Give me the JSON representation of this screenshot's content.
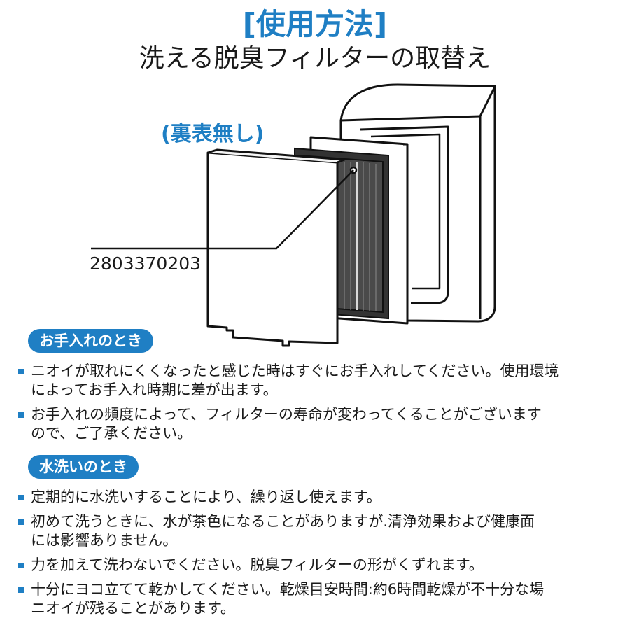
{
  "header": {
    "title": "[使用方法]",
    "subtitle": "洗える脱臭フィルターの取替え"
  },
  "diagram": {
    "no_side_label": "(裏表無し)",
    "part_number": "2803370203"
  },
  "sections": {
    "care": {
      "heading": "お手入れのとき",
      "items": [
        "ニオイが取れにくくなったと感じた時はすぐにお手入れしてください。使用環境\nによってお手入れ時期に差が出ます。",
        "お手入れの頻度によって、フィルターの寿命が変わってくることがございます\nので、ご了承ください。"
      ]
    },
    "wash": {
      "heading": "水洗いのとき",
      "items": [
        "定期的に水洗いすることにより、繰り返し使えます。",
        "初めて洗うときに、水が茶色になることがありますが.清浄効果および健康面\nには影響ありません。",
        "力を加えて洗わないでください。脱臭フィルターの形がくずれます。",
        "十分にヨコ立てて乾かしてください。乾燥目安時間:約6時間乾燥が不十分な場\nニオイが残ることがあります。"
      ]
    }
  },
  "colors": {
    "accent": "#1f7fc4",
    "text": "#1a1a1a"
  }
}
